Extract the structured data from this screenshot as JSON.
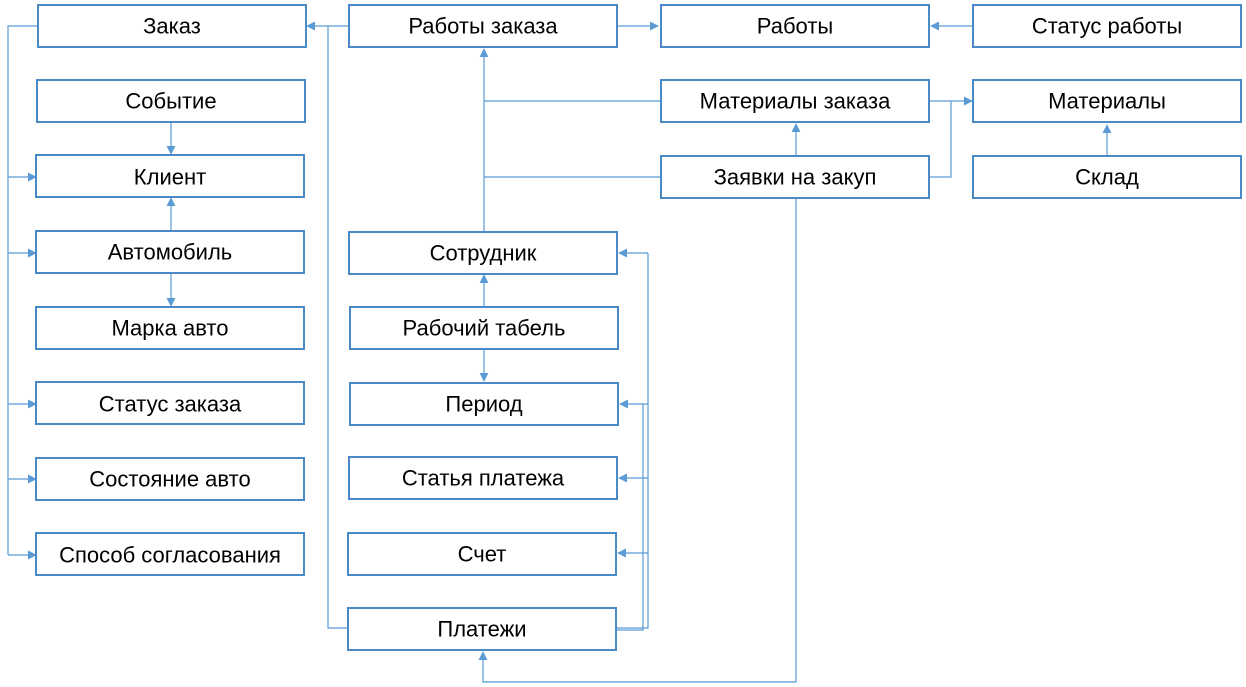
{
  "diagram": {
    "colors": {
      "box_border": "#4a8bc7",
      "connector": "#5b9bd5",
      "text": "#000000",
      "background": "#ffffff"
    },
    "entities": {
      "zakaz": "Заказ",
      "sobytie": "Событие",
      "klient": "Клиент",
      "avtomobil": "Автомобиль",
      "marka_avto": "Марка авто",
      "status_zakaza": "Статус заказа",
      "sostoyanie_avto": "Состояние авто",
      "sposob_soglasovaniya": "Способ согласования",
      "raboty_zakaza": "Работы заказа",
      "raboty": "Работы",
      "status_raboty": "Статус работы",
      "materialy_zakaza": "Материалы заказа",
      "materialy": "Материалы",
      "zayavki_na_zakup": "Заявки на закуп",
      "sklad": "Склад",
      "sotrudnik": "Сотрудник",
      "rabochiy_tabel": "Рабочий табель",
      "period": "Период",
      "statya_platezha": "Статья платежа",
      "schet": "Счет",
      "platezhi": "Платежи"
    }
  }
}
